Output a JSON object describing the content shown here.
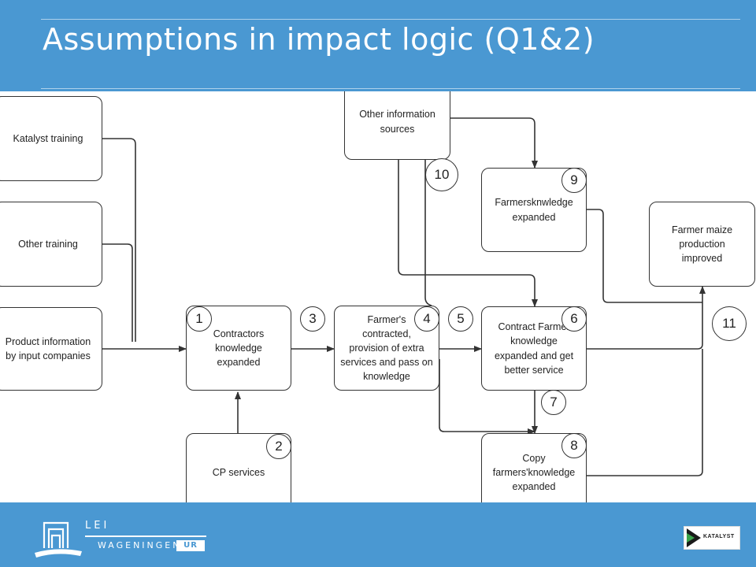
{
  "header": {
    "title": "Assumptions in impact logic (Q1&2)"
  },
  "diagram": {
    "nodes": {
      "katalyst_training": "Katalyst training",
      "other_training": "Other training",
      "product_information": "Product information\nby input companies",
      "contractors_knowledge": "Contractors\nknowledge\nexpanded",
      "cp_services": "CP services",
      "farmers_contracted": "Farmer's\ncontracted,\nprovision of extra\nservices and pass on\nknowledge",
      "other_information_sources": "Other information\nsources",
      "farmers_knowledge": "Farmersknwledge\nexpanded",
      "contract_farmer_knowledge": "Contract Farmer\nknowledge\nexpanded and get\nbetter service",
      "copy_farmers_knowledge": "Copy\nfarmers'knowledge\nexpanded",
      "farmer_maize_production": "Farmer maize\nproduction\nimproved"
    },
    "markers": [
      "1",
      "2",
      "3",
      "4",
      "5",
      "6",
      "7",
      "8",
      "9",
      "10",
      "11"
    ]
  },
  "footer": {
    "lei": "LEI",
    "wageningen": "WAGENINGEN",
    "ur": "UR",
    "katalyst_logo": "KATALYST"
  },
  "colors": {
    "background": "#4a98d2",
    "diagram_bg": "#ffffff",
    "stroke": "#333333"
  }
}
